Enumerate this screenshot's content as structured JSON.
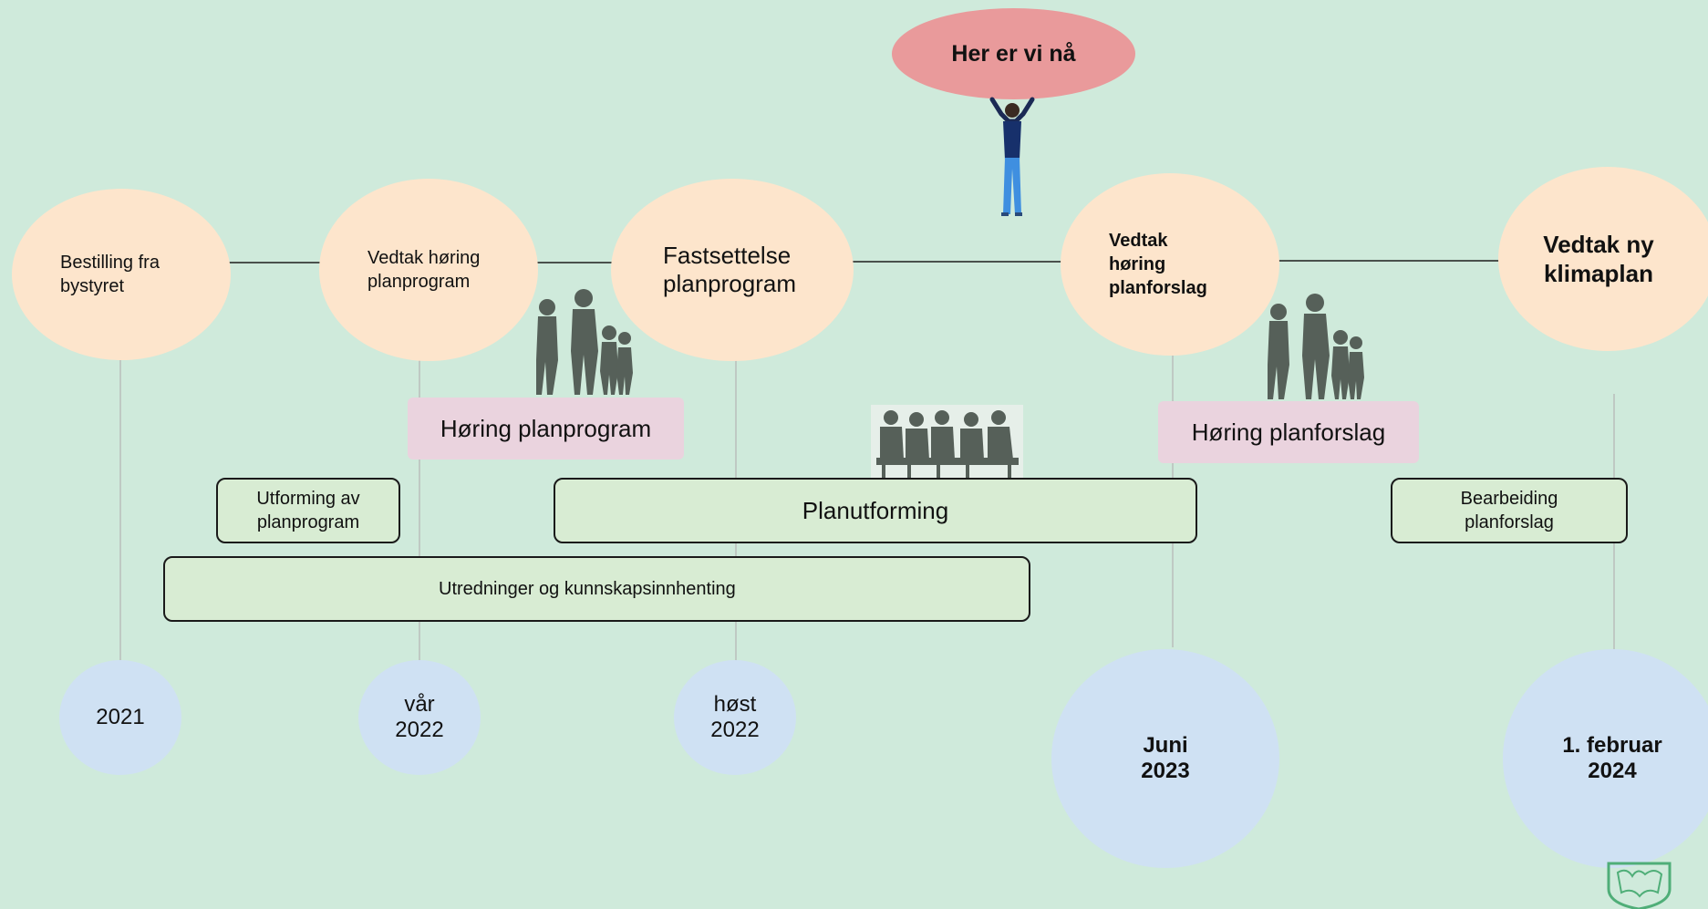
{
  "milestones": [
    {
      "label": "Bestilling fra\nbystyret"
    },
    {
      "label": "Vedtak høring\nplanprogram"
    },
    {
      "label": "Fastsettelse\nplanprogram"
    },
    {
      "label": "Vedtak\nhøring\nplanforslag"
    },
    {
      "label": "Vedtak ny\nklimaplan"
    }
  ],
  "dates": [
    {
      "label": "2021"
    },
    {
      "label": "vår\n2022"
    },
    {
      "label": "høst\n2022"
    },
    {
      "label": "Juni\n2023"
    },
    {
      "label": "1. februar\n2024"
    }
  ],
  "current": {
    "label": "Her er vi nå"
  },
  "hearings": [
    {
      "label": "Høring planprogram"
    },
    {
      "label": "Høring planforslag"
    }
  ],
  "phases": [
    {
      "label": "Utforming av\nplanprogram"
    },
    {
      "label": "Planutforming"
    },
    {
      "label": "Bearbeiding\nplanforslag"
    },
    {
      "label": "Utredninger og kunnskapsinnhenting"
    }
  ],
  "colors": {
    "background": "#cfeadb",
    "milestone": "#fde5cc",
    "date": "#cfe1f3",
    "current": "#e99a9b",
    "hearing": "#ead3de",
    "phase": "#d8ecd3",
    "silhouette": "#566059"
  },
  "icons": [
    "family-silhouette-icon",
    "person-holding-sign-icon",
    "meeting-silhouette-icon",
    "municipal-crest-icon"
  ]
}
